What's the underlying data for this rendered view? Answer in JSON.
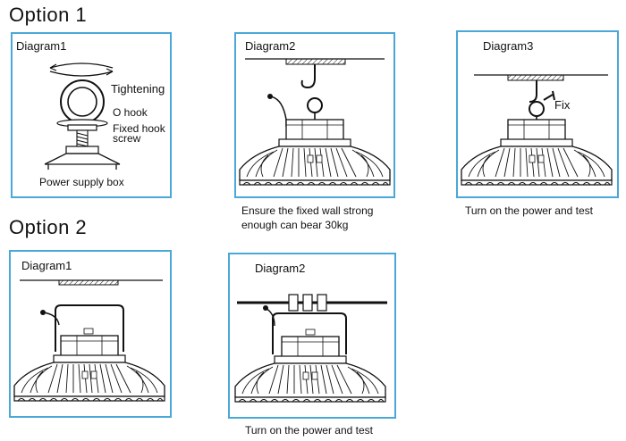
{
  "option1": {
    "heading": "Option 1",
    "diagram1": {
      "title": "Diagram1",
      "tightening": "Tightening",
      "o_hook": "O hook",
      "fixed_hook_line1": "Fixed hook",
      "fixed_hook_line2": "screw",
      "power_box": "Power supply box"
    },
    "diagram2": {
      "title": "Diagram2",
      "caption_line1": "Ensure the fixed wall strong",
      "caption_line2": "enough can bear 30kg"
    },
    "diagram3": {
      "title": "Diagram3",
      "fix": "Fix",
      "caption": "Turn on the power and test"
    }
  },
  "option2": {
    "heading": "Option 2",
    "diagram1": {
      "title": "Diagram1"
    },
    "diagram2": {
      "title": "Diagram2",
      "caption": "Turn on the power and test"
    }
  },
  "colors": {
    "frame": "#4aa8d8",
    "line": "#111111"
  }
}
